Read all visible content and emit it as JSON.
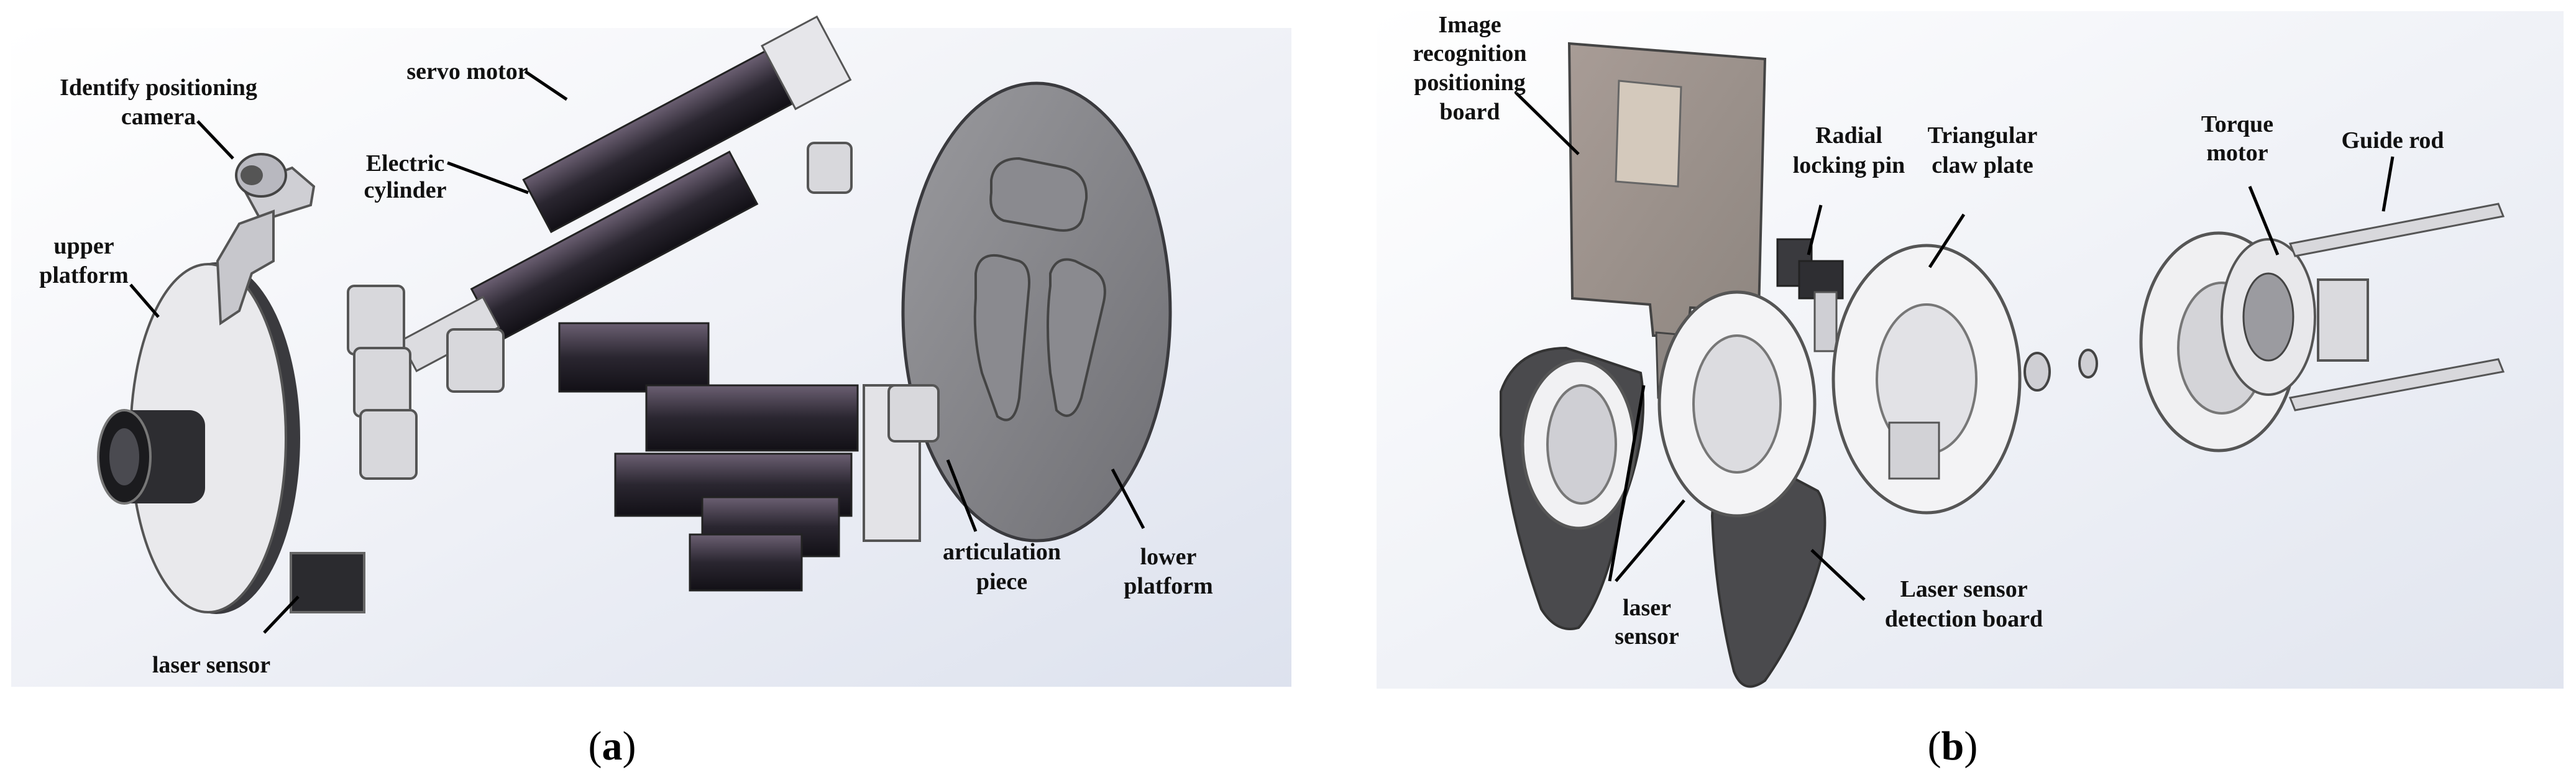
{
  "panel_a": {
    "labels": {
      "camera_line1": "Identify positioning",
      "camera_line2": "camera",
      "servo": "servo motor",
      "cylinder_line1": "Electric",
      "cylinder_line2": "cylinder",
      "upper_line1": "upper",
      "upper_line2": "platform",
      "laser": "laser sensor",
      "artic_line1": "articulation",
      "artic_line2": "piece",
      "lower_line1": "lower",
      "lower_line2": "platform"
    },
    "caption": {
      "open": "(",
      "letter": "a",
      "close": ")"
    }
  },
  "panel_b": {
    "labels": {
      "board_line1": "Image",
      "board_line2": "recognition",
      "board_line3": "positioning",
      "board_line4": "board",
      "pin_line1": "Radial",
      "pin_line2": "locking pin",
      "claw_line1": "Triangular",
      "claw_line2": "claw plate",
      "torque_line1": "Torque",
      "torque_line2": "motor",
      "guide": "Guide rod",
      "laser_line1": "laser",
      "laser_line2": "sensor",
      "detect_line1": "Laser sensor",
      "detect_line2": "detection board"
    },
    "caption": {
      "open": "(",
      "letter": "b",
      "close": ")"
    }
  }
}
